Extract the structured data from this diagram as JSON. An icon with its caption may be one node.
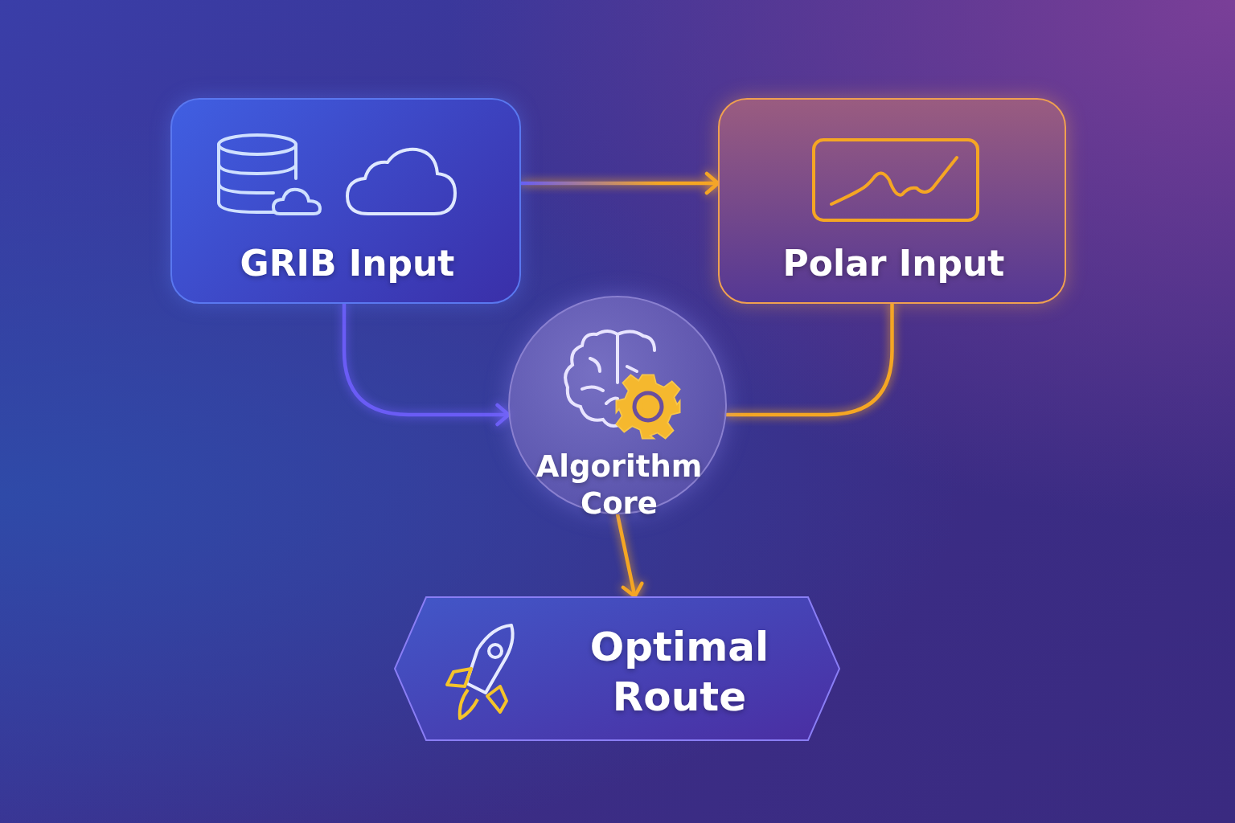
{
  "diagram": {
    "nodes": [
      {
        "text": [
          "GRIB Input"
        ]
      },
      {
        "text": [
          "Polar Input"
        ]
      },
      {
        "text": [
          "Algorithm Core"
        ]
      },
      {
        "text": [
          "Optimal Route"
        ]
      }
    ],
    "edges": [
      {
        "from": 0,
        "to": 1,
        "arrow": "to"
      },
      {
        "from": 0,
        "to": 2,
        "arrow": "to",
        "color": "#6a5cf5"
      },
      {
        "from": 1,
        "to": 2,
        "arrow": "none"
      },
      {
        "from": 2,
        "to": 3,
        "arrow": "to"
      }
    ]
  }
}
